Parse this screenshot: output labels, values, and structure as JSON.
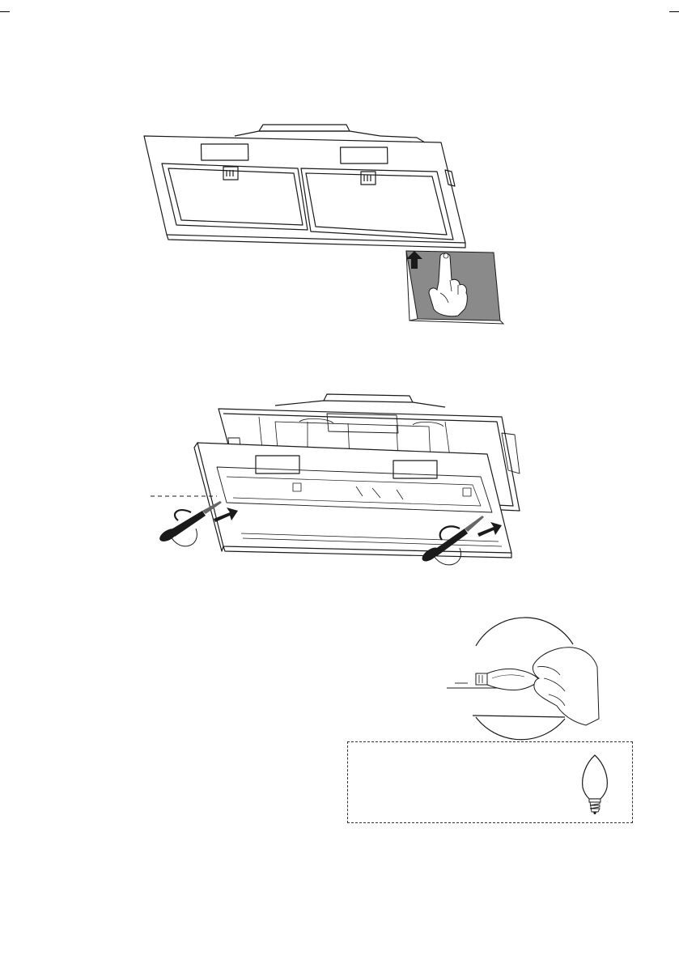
{
  "document": {
    "type": "installation-manual-page",
    "figures": [
      {
        "id": "fig-1",
        "subject": "hood-front-with-filters",
        "detail_icon": "hand-pull-tab-icon"
      },
      {
        "id": "fig-2",
        "subject": "hood-lamp-panel-removal",
        "tools": "screwdriver-icon"
      },
      {
        "id": "fig-3",
        "subject": "bulb-replacement-detail",
        "detail_icon": "hand-unscrew-bulb-icon"
      }
    ],
    "info_box": {
      "icon": "candle-bulb-icon"
    },
    "colors": {
      "ink": "#1a1a1a",
      "filter_panel": "#8a8a8a",
      "paper": "#ffffff"
    }
  }
}
